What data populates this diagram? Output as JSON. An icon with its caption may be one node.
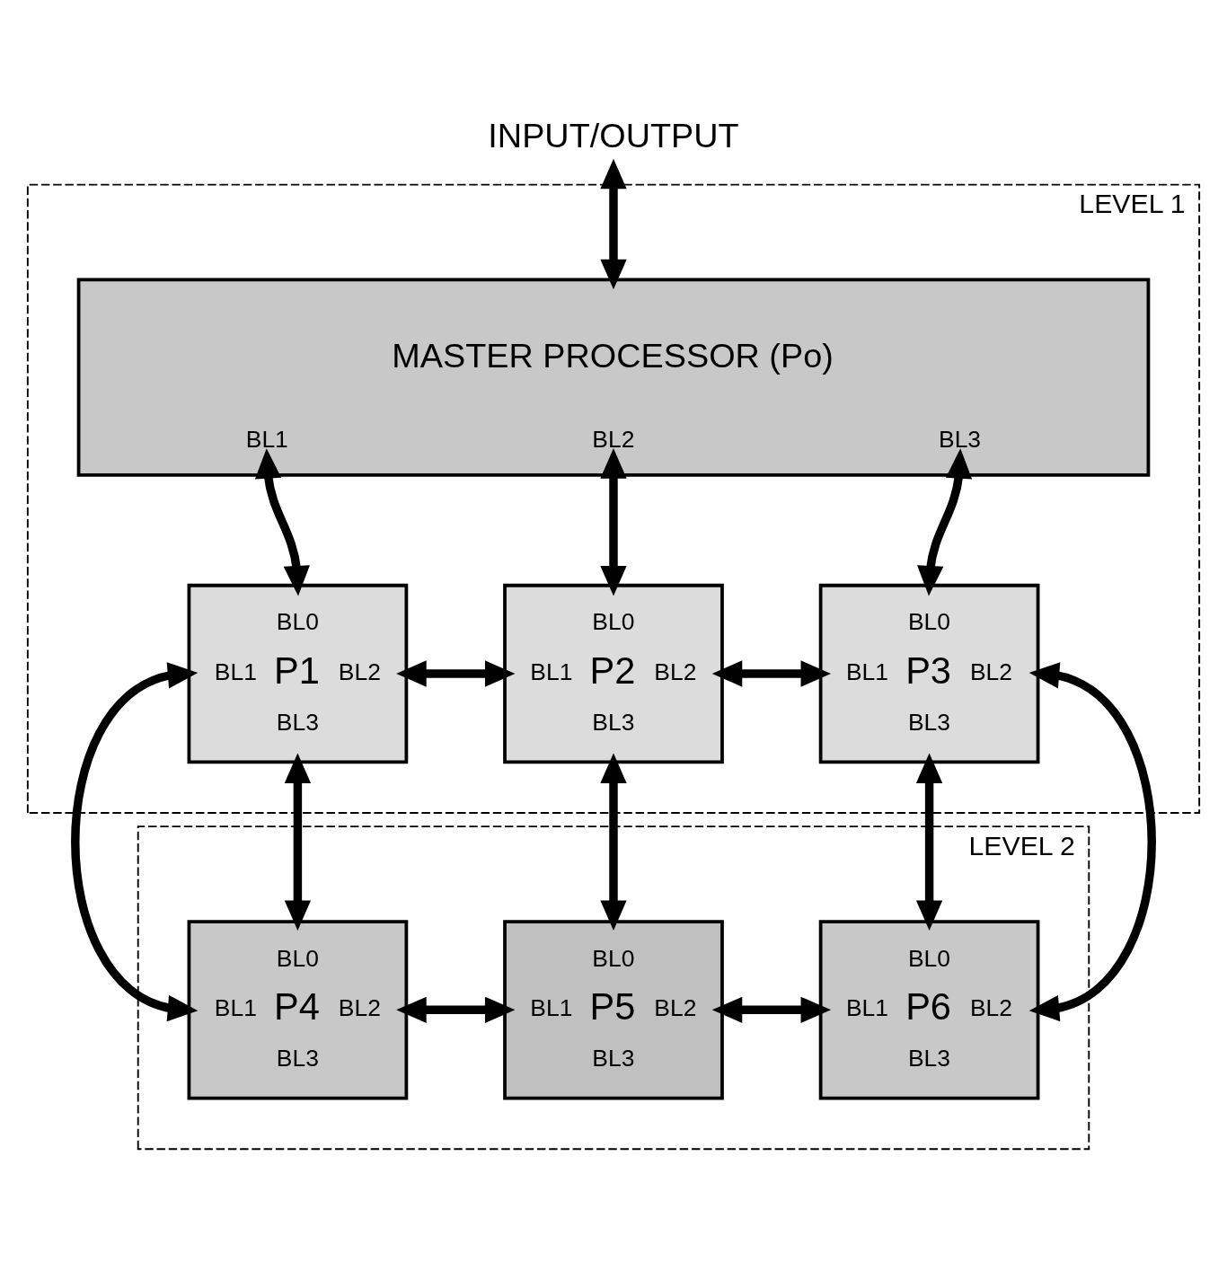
{
  "diagram": {
    "nodes": [
      {
        "text": [
          "INPUT/OUTPUT"
        ]
      },
      {
        "text": [
          "LEVEL 1"
        ]
      },
      {
        "text": [
          "MASTER PROCESSOR (Po)",
          "BL1",
          "BL2",
          "BL3"
        ],
        "in": 1
      },
      {
        "text": [
          "BL0",
          "BL1",
          "P1",
          "BL2",
          "BL3"
        ],
        "in": 1
      },
      {
        "text": [
          "BL0",
          "BL1",
          "P2",
          "BL2",
          "BL3"
        ],
        "in": 1
      },
      {
        "text": [
          "BL0",
          "BL1",
          "P3",
          "BL2",
          "BL3"
        ],
        "in": 1
      },
      {
        "text": [
          "LEVEL 2"
        ]
      },
      {
        "text": [
          "BL0",
          "BL1",
          "P4",
          "BL2",
          "BL3"
        ],
        "in": 6
      },
      {
        "text": [
          "BL0",
          "BL1",
          "P5",
          "BL2",
          "BL3"
        ],
        "in": 6
      },
      {
        "text": [
          "BL0",
          "BL1",
          "P6",
          "BL2",
          "BL3"
        ],
        "in": 6
      }
    ],
    "edges": [
      {
        "from": 0,
        "to": 2,
        "arrow": "both"
      },
      {
        "from": 2,
        "to": 3,
        "arrow": "both"
      },
      {
        "from": 2,
        "to": 4,
        "arrow": "both"
      },
      {
        "from": 2,
        "to": 5,
        "arrow": "both"
      },
      {
        "from": 3,
        "to": 4,
        "arrow": "both"
      },
      {
        "from": 4,
        "to": 5,
        "arrow": "both"
      },
      {
        "from": 3,
        "to": 7,
        "arrow": "both"
      },
      {
        "from": 4,
        "to": 8,
        "arrow": "both"
      },
      {
        "from": 5,
        "to": 9,
        "arrow": "both"
      },
      {
        "from": 7,
        "to": 8,
        "arrow": "both"
      },
      {
        "from": 8,
        "to": 9,
        "arrow": "both"
      },
      {
        "from": 3,
        "to": 7,
        "arrow": "both"
      },
      {
        "from": 5,
        "to": 9,
        "arrow": "both"
      }
    ]
  }
}
